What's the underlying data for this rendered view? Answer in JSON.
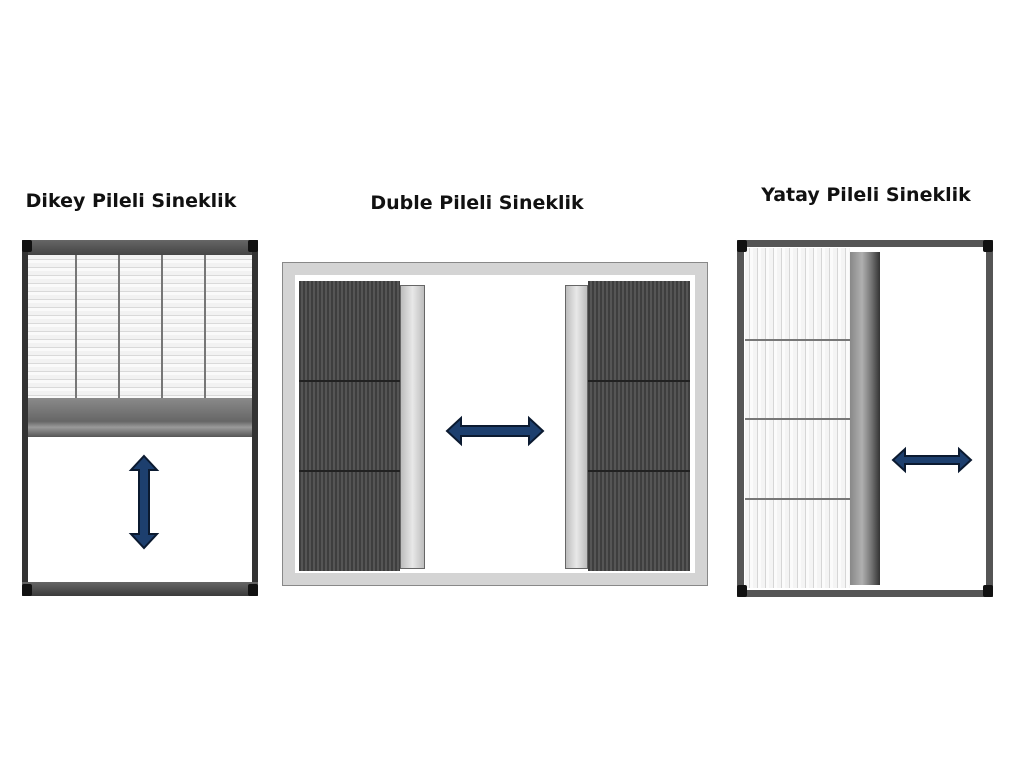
{
  "titles": {
    "vertical": "Dikey Pileli Sineklik",
    "double": "Duble Pileli Sineklik",
    "horizontal": "Yatay Pileli Sineklik"
  },
  "colors": {
    "arrow": "#1d3f6e",
    "frame": "#4a4a4a"
  }
}
